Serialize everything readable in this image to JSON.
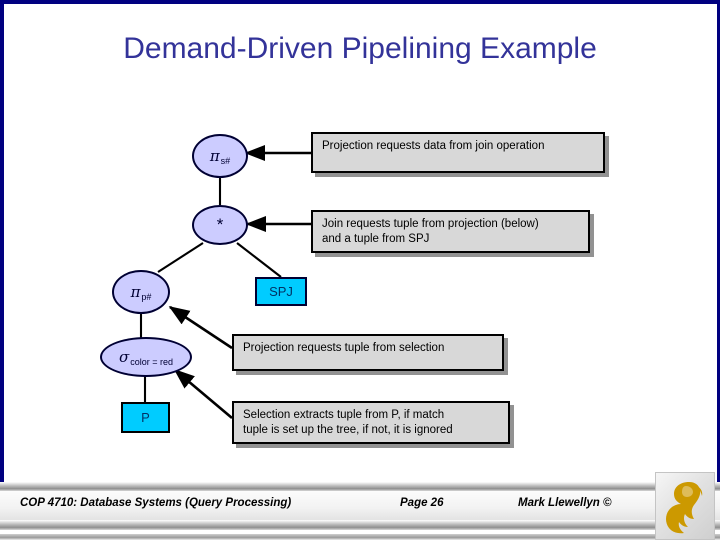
{
  "slide": {
    "title": "Demand-Driven Pipelining Example",
    "title_color": "#333399",
    "border_color": "#000080",
    "background": "#ffffff"
  },
  "diagram": {
    "node_fill": "#ccccff",
    "node_stroke": "#000033",
    "relation_fill": "#00ccff",
    "callout_fill": "#d8d8d8",
    "nodes": [
      {
        "id": "proj_s",
        "shape": "ellipse",
        "symbol": "π",
        "subscript": "s#",
        "label": "πs#"
      },
      {
        "id": "join",
        "shape": "ellipse",
        "symbol": "*",
        "subscript": "",
        "label": "*"
      },
      {
        "id": "proj_p",
        "shape": "ellipse",
        "symbol": "π",
        "subscript": "p#",
        "label": "πp#"
      },
      {
        "id": "select",
        "shape": "ellipse",
        "symbol": "σ",
        "subscript": "color = red",
        "label": "σcolor = red"
      },
      {
        "id": "rel_p",
        "shape": "rect",
        "symbol": "",
        "subscript": "",
        "label": "P"
      },
      {
        "id": "rel_spj",
        "shape": "rect",
        "symbol": "",
        "subscript": "",
        "label": "SPJ"
      }
    ]
  },
  "callouts": [
    {
      "id": "callout_projection_join",
      "lines": [
        "Projection requests data from join operation"
      ]
    },
    {
      "id": "callout_join",
      "lines": [
        "Join requests tuple from projection (below)",
        "and a tuple from SPJ"
      ]
    },
    {
      "id": "callout_projection_sel",
      "lines": [
        "Projection requests tuple from selection"
      ]
    },
    {
      "id": "callout_selection",
      "lines": [
        "Selection extracts tuple from P, if match",
        "tuple is set up the tree, if not, it is ignored"
      ]
    }
  ],
  "footer": {
    "course": "COP 4710: Database Systems (Query Processing)",
    "page": "Page 26",
    "author": "Mark Llewellyn ©",
    "logo": "pegasus-logo",
    "logo_color": "#cc9900"
  }
}
